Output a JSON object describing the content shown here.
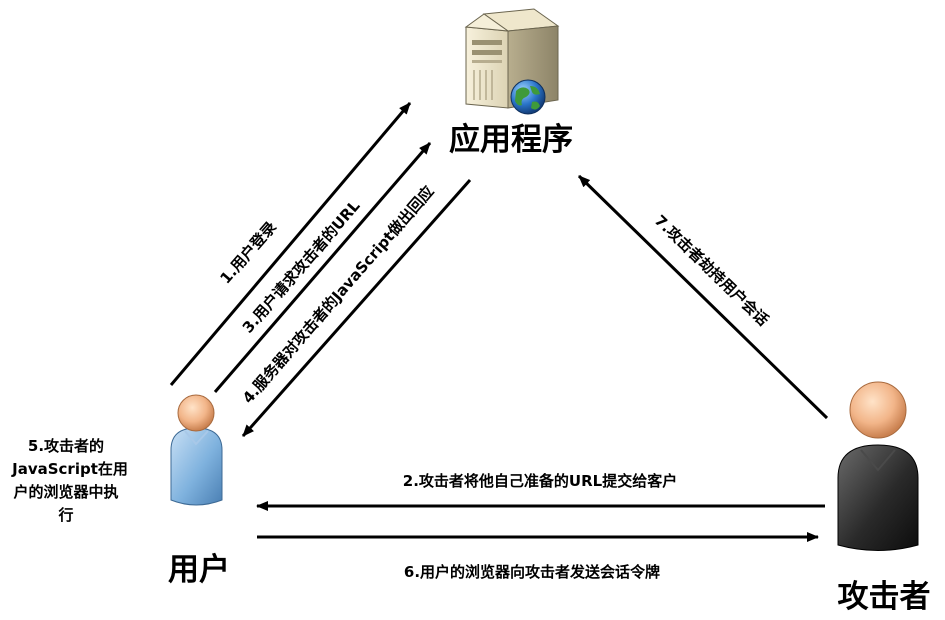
{
  "nodes": {
    "server": {
      "label": "应用程序",
      "icon": "server-globe-icon"
    },
    "user": {
      "label": "用户",
      "icon": "user-icon",
      "color": "#6aa3d6"
    },
    "attacker": {
      "label": "攻击者",
      "icon": "attacker-icon",
      "color": "#2a2a2a"
    }
  },
  "steps": {
    "s1": "1.用户登录",
    "s2": "2.攻击者将他自己准备的URL提交给客户",
    "s3": "3.用户请求攻击者的URL",
    "s4": "4.服务器对攻击者的JavaScript做出回应",
    "s5": [
      "5.攻击者的",
      "JavaScript在用",
      "户的浏览器中执",
      "行"
    ],
    "s6": "6.用户的浏览器向攻击者发送会话令牌",
    "s7": "7.攻击者劫持用户会话"
  }
}
